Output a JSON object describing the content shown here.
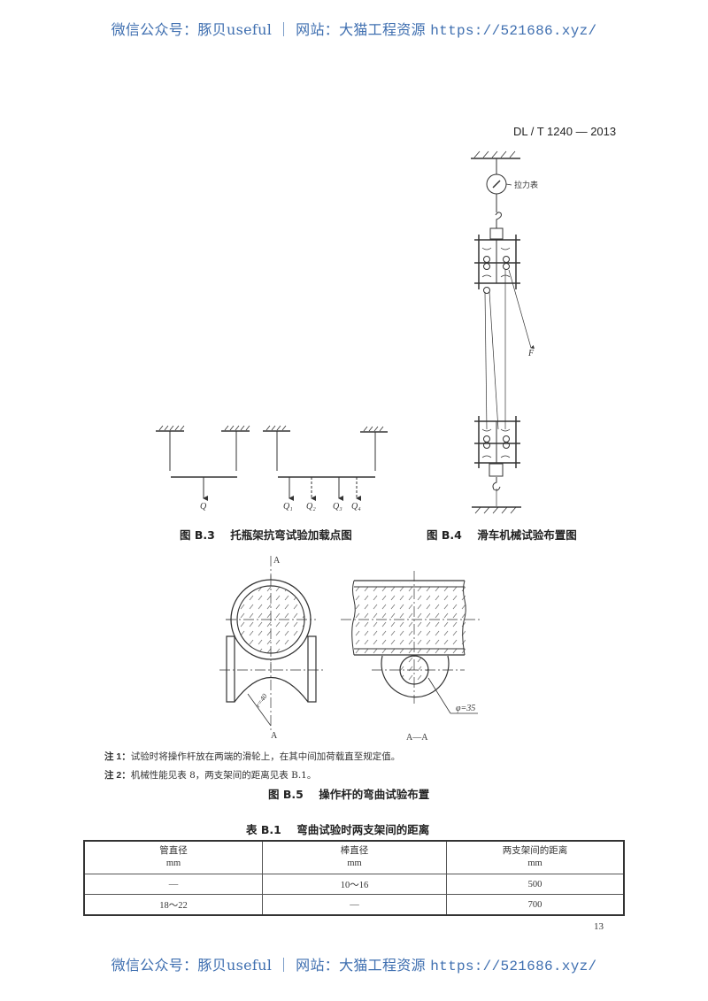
{
  "watermark": {
    "prefix": "微信公众号：豚贝useful ｜ 网站：大猫工程资源 ",
    "url": "https://521686.xyz/"
  },
  "header": {
    "standard_code": "DL / T 1240 — 2013"
  },
  "figure_b3": {
    "caption": "图 B.3    托瓶架抗弯试验加载点图",
    "labels": [
      "Q",
      "Q₁",
      "Q₂",
      "Q₃",
      "Q₄"
    ]
  },
  "figure_b4": {
    "caption": "图 B.4    滑车机械试验布置图",
    "gauge_label": "拉力表",
    "force_label": "F"
  },
  "figure_b5": {
    "caption": "图 B.5    操作杆的弯曲试验布置",
    "section_mark_top": "A",
    "section_mark_bottom": "A",
    "radius_label": "r=40",
    "diameter_label": "φ=35",
    "section_label": "A—A",
    "notes": [
      {
        "label": "注 1：",
        "text": "试验时将操作杆放在两端的滑轮上，在其中间加荷载直至规定值。"
      },
      {
        "label": "注 2：",
        "text": "机械性能见表 8，两支架间的距离见表 B.1。"
      }
    ]
  },
  "table_b1": {
    "title": "表 B.1    弯曲试验时两支架间的距离",
    "headers": [
      {
        "name": "管直径",
        "unit": "mm"
      },
      {
        "name": "棒直径",
        "unit": "mm"
      },
      {
        "name": "两支架间的距离",
        "unit": "mm"
      }
    ],
    "rows": [
      [
        "—",
        "10～16",
        "500"
      ],
      [
        "18～22",
        "—",
        "700"
      ]
    ]
  },
  "footer": {
    "page_number": "13"
  }
}
